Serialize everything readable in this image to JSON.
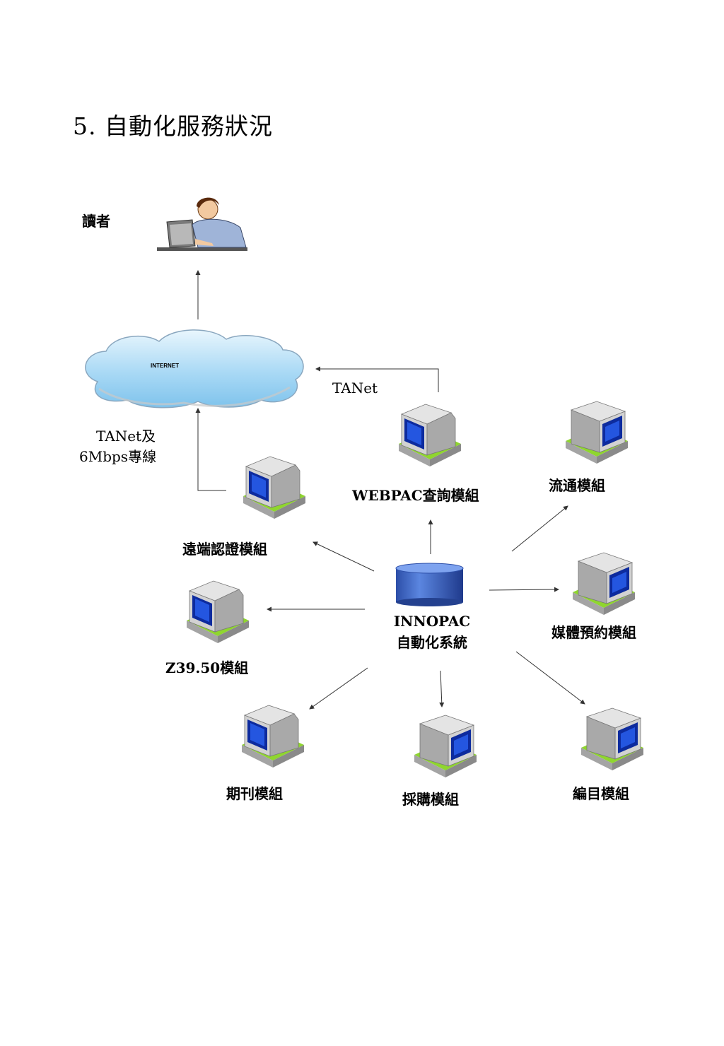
{
  "page": {
    "title": "5. 自動化服務狀況"
  },
  "diagram": {
    "reader_label": "讀者",
    "internet_label": "INTERNET",
    "tanet_label": "TANet",
    "line_label": [
      "TANet及",
      "6Mbps專線"
    ],
    "system_label": [
      "INNOPAC",
      "自動化系統"
    ],
    "modules": {
      "webpac": "WEBPAC查詢模組",
      "circulation": "流通模組",
      "remote_auth": "遠端認證模組",
      "media_reservation": "媒體預約模組",
      "z3950": "Z39.50模組",
      "serials": "期刊模組",
      "acquisitions": "採購模組",
      "cataloging": "編目模組"
    },
    "colors": {
      "computer_body": "#b9b9b9",
      "computer_screen": "#1a3fc0",
      "computer_base": "#8fd62e",
      "cloud_fill": "#a9d9f5",
      "cylinder": "#3d63c9"
    }
  }
}
